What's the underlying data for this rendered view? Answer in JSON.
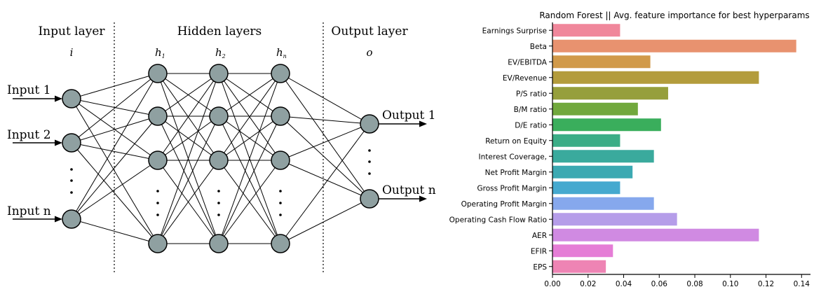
{
  "network": {
    "input_header": "Input layer",
    "hidden_header": "Hidden layers",
    "output_header": "Output layer",
    "input_symbol": "i",
    "output_symbol": "o",
    "hidden_symbols": [
      {
        "base": "h",
        "sub": "1"
      },
      {
        "base": "h",
        "sub": "2"
      },
      {
        "base": "h",
        "sub": "n"
      }
    ],
    "input_labels": [
      "Input 1",
      "Input 2",
      "Input n"
    ],
    "output_labels": [
      "Output 1",
      "Output n"
    ],
    "node_color": "#8fa0a1"
  },
  "chart_data": {
    "type": "bar",
    "orientation": "horizontal",
    "title": "Random Forest || Avg. feature importance for best hyperparams",
    "categories": [
      "Earnings Surprise",
      "Beta",
      "EV/EBITDA",
      "EV/Revenue",
      "P/S ratio",
      "B/M ratio",
      "D/E ratio",
      "Return on Equity",
      "Interest Coverage,",
      "Net Profit Margin",
      "Gross Profit Margin",
      "Operating Profit Margin",
      "Operating Cash Flow Ratio",
      "AER",
      "EFIR",
      "EPS"
    ],
    "values": [
      0.038,
      0.137,
      0.055,
      0.116,
      0.065,
      0.048,
      0.061,
      0.038,
      0.057,
      0.045,
      0.038,
      0.057,
      0.07,
      0.116,
      0.034,
      0.03
    ],
    "colors": [
      "#f0879b",
      "#e8926f",
      "#d19a4a",
      "#b39c3c",
      "#969f3c",
      "#71a83d",
      "#3aae5c",
      "#3bad86",
      "#3aaa9d",
      "#3ba9b2",
      "#45a9cf",
      "#86a8ed",
      "#b59de9",
      "#d08ae2",
      "#e57dd6",
      "#ee84b4"
    ],
    "xlim": [
      0,
      0.145
    ],
    "xticks": [
      "0.00",
      "0.02",
      "0.04",
      "0.06",
      "0.08",
      "0.10",
      "0.12",
      "0.14"
    ],
    "xlabel": "",
    "ylabel": "",
    "grid": false,
    "legend": "none"
  }
}
